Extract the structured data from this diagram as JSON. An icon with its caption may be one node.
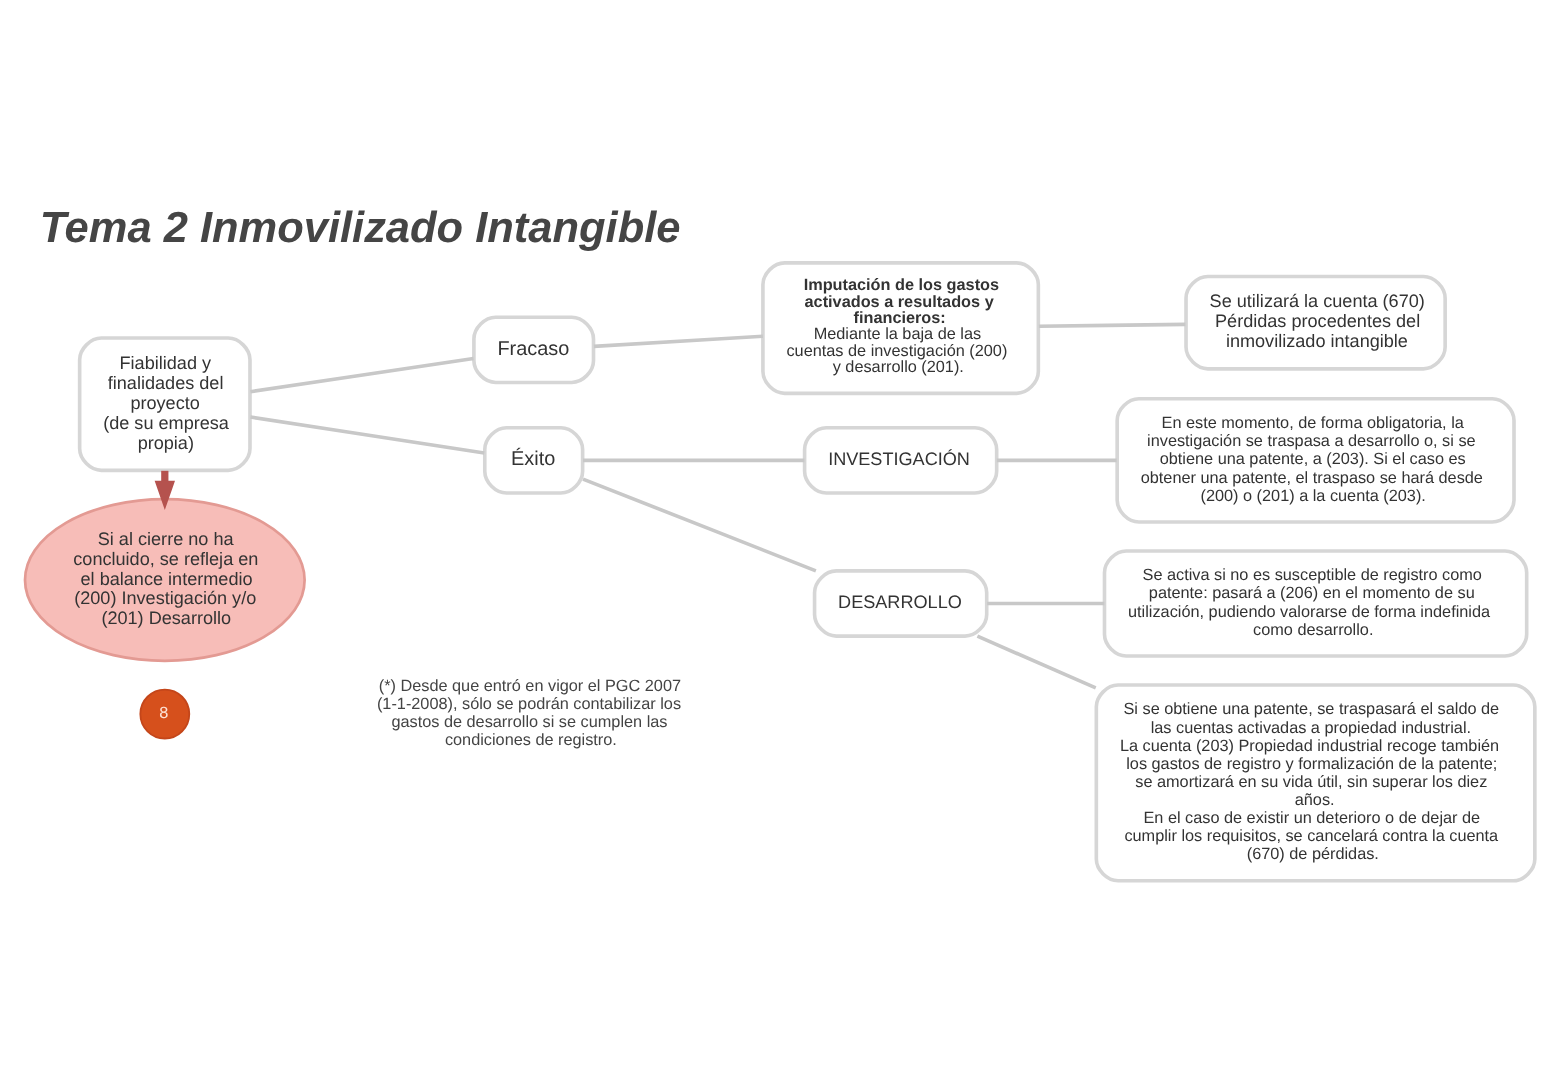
{
  "diagram": {
    "title": "Tema 2 Inmovilizado Intangible",
    "nodes": [
      {
        "text": [
          "Fiabilidad y finalidades del proyecto",
          "(de su empresa propia)"
        ]
      },
      {
        "text": [
          "Fracaso"
        ]
      },
      {
        "text": [
          "Imputación de los gastos activados a resultados y financieros:",
          "Mediante la baja de las cuentas de investigación (200) y desarrollo (201)."
        ]
      },
      {
        "text": [
          "Se utilizará la cuenta (670) Pérdidas procedentes del inmovilizado intangible"
        ]
      },
      {
        "text": [
          "Éxito"
        ]
      },
      {
        "text": [
          "INVESTIGACIÓN"
        ]
      },
      {
        "text": [
          "En este momento, de forma obligatoria, la investigación se traspasa a desarrollo o, si se obtiene una patente, a (203). Si el caso es obtener una patente, el traspaso se hará desde (200) o (201) a la cuenta (203)."
        ]
      },
      {
        "text": [
          "DESARROLLO"
        ]
      },
      {
        "text": [
          "Se activa si no es susceptible de registro como patente: pasará a (206) en el momento de su utilización, pudiendo valorarse de forma indefinida como desarrollo."
        ]
      },
      {
        "text": [
          "Si se obtiene una patente, se traspasará el saldo de las cuentas activadas a propiedad industrial.",
          "La cuenta (203) Propiedad industrial recoge también los gastos de registro y formalización de la patente; se amortizará en su vida útil, sin superar los diez años.",
          "En el caso de existir un deterioro o de dejar de cumplir los requisitos, se cancelará contra la cuenta (670) de pérdidas."
        ]
      },
      {
        "text": [
          "Si al cierre no ha concluido, se refleja en el balance intermedio (200) Investigación y/o (201) Desarrollo"
        ]
      },
      {
        "text": [
          "8"
        ]
      }
    ],
    "edges": [
      {
        "from": 0,
        "to": 1,
        "arrow": "none"
      },
      {
        "from": 0,
        "to": 4,
        "arrow": "none"
      },
      {
        "from": 1,
        "to": 2,
        "arrow": "none"
      },
      {
        "from": 2,
        "to": 3,
        "arrow": "none"
      },
      {
        "from": 4,
        "to": 5,
        "arrow": "none"
      },
      {
        "from": 4,
        "to": 7,
        "arrow": "none"
      },
      {
        "from": 5,
        "to": 6,
        "arrow": "none"
      },
      {
        "from": 7,
        "to": 8,
        "arrow": "none"
      },
      {
        "from": 7,
        "to": 9,
        "arrow": "none"
      },
      {
        "from": 0,
        "to": 10,
        "arrow": "to",
        "style": "thick",
        "color": "#b5524e"
      }
    ],
    "labels": [
      "(*) Desde que entró en vigor el PGC 2007 (1-1-2008), sólo se podrán contabilizar los gastos de desarrollo si se cumplen las condiciones de registro."
    ]
  }
}
